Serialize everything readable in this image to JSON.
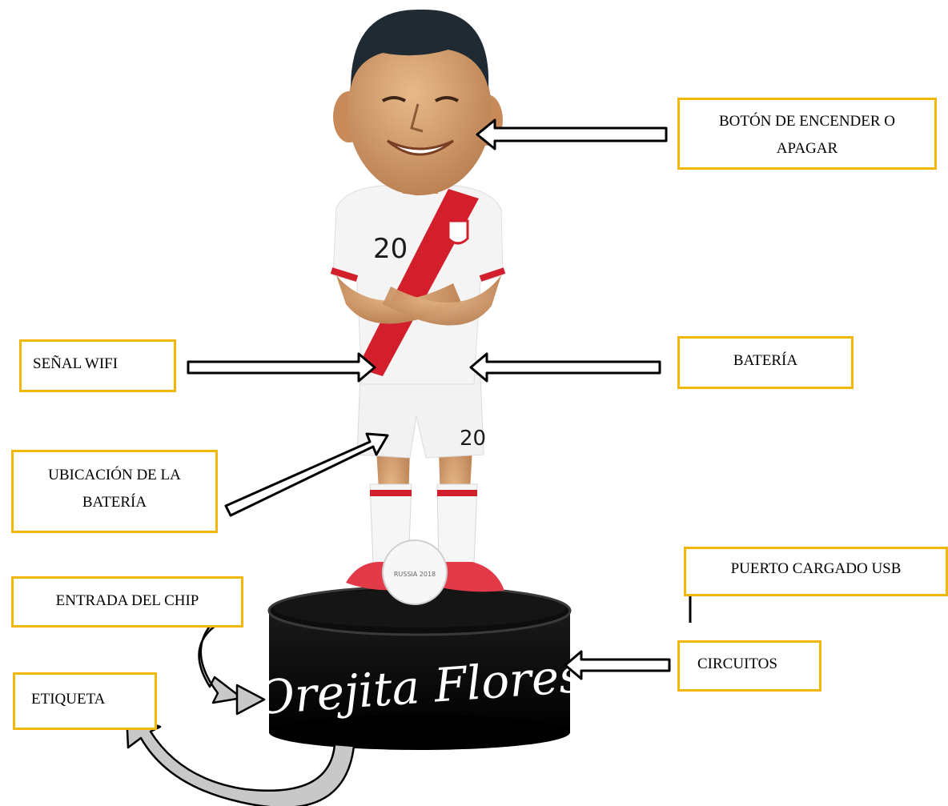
{
  "figure": {
    "base_text": "Orejita Flores",
    "jersey_number": "20",
    "ball_text": "RUSSIA 2018"
  },
  "labels": {
    "power_button": [
      "BOTÓN DE ENCENDER O",
      "APAGAR"
    ],
    "wifi": "SEÑAL WIFI",
    "battery": "BATERÍA",
    "battery_location": [
      "UBICACIÓN DE LA",
      "BATERÍA"
    ],
    "usb_port": "PUERTO CARGADO USB",
    "chip_entry": "ENTRADA DEL CHIP",
    "circuits": "CIRCUITOS",
    "tag": "ETIQUETA"
  },
  "colors": {
    "callout_border": "#f2b705",
    "arrow_fill": "#ffffff",
    "curved_arrow_fill": "#c8c8c8",
    "base": "#0a0a0a",
    "jersey_sash": "#d21f2b",
    "jersey": "#f4f4f4",
    "skin": "#d9a06e",
    "hair": "#1f2a33"
  }
}
